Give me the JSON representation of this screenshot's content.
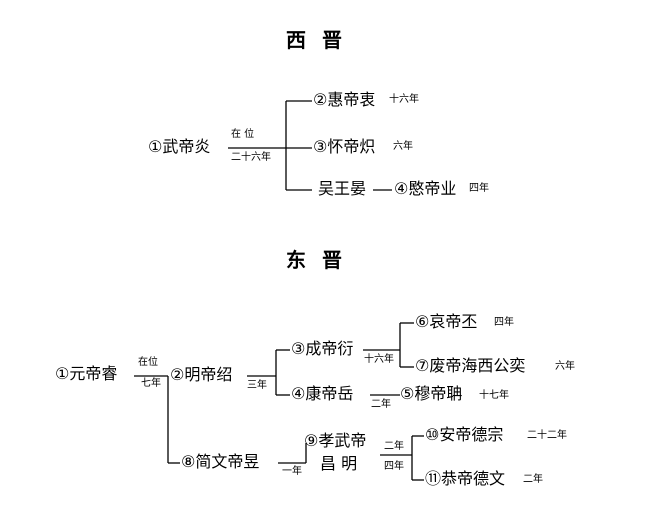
{
  "west": {
    "title": "西晋",
    "root": {
      "name": "①武帝炎",
      "reign_top": "在 位",
      "reign_bottom": "二十六年"
    },
    "children": [
      {
        "name": "②惠帝衷",
        "reign": "十六年"
      },
      {
        "name": "③怀帝炽",
        "reign": "六年"
      },
      {
        "prefix": "吴王晏",
        "name": "④愍帝业",
        "reign": "四年"
      }
    ]
  },
  "east": {
    "title": "东晋",
    "n1": {
      "name": "①元帝睿",
      "reign_top": "在位",
      "reign_bottom": "七年"
    },
    "n2": {
      "name": "②明帝绍",
      "reign": "三年"
    },
    "n3": {
      "name": "③成帝衍",
      "reign": "十六年"
    },
    "n4": {
      "name": "④康帝岳",
      "reign": "二年"
    },
    "n5": {
      "name": "⑤穆帝聃",
      "reign": "十七年"
    },
    "n6": {
      "name": "⑥哀帝丕",
      "reign": "四年"
    },
    "n7": {
      "name": "⑦废帝海西公奕",
      "reign": "六年"
    },
    "n8": {
      "name": "⑧简文帝昱",
      "reign": "一年"
    },
    "n9": {
      "name_line1": "⑨孝武帝",
      "name_line2": "昌 明",
      "reign": "二年"
    },
    "n10": {
      "name": "⑩安帝德宗",
      "reign": "二十二年"
    },
    "n11": {
      "name": "⑪恭帝德文",
      "reign": "二年"
    },
    "n9_label_lower": "四年"
  }
}
